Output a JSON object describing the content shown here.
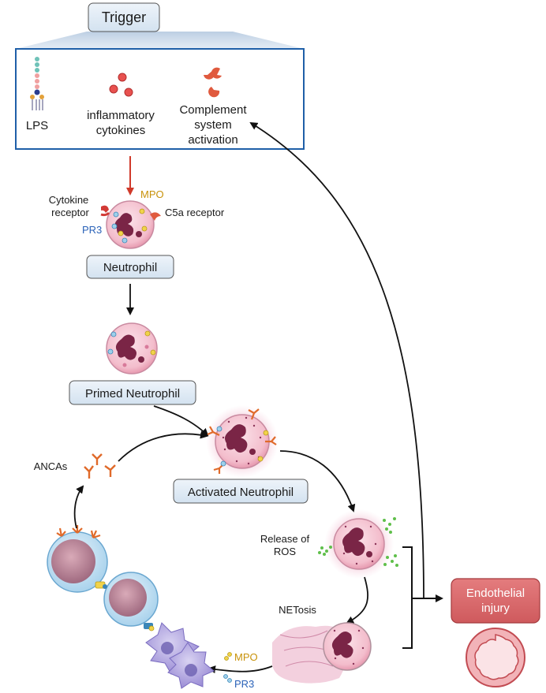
{
  "trigger": {
    "title": "Trigger",
    "items": [
      "LPS",
      "inflammatory",
      "cytokines",
      "Complement",
      "system",
      "activation"
    ]
  },
  "neutrophil": {
    "box_label": "Neutrophil",
    "labels": {
      "cytokine_receptor_line1": "Cytokine",
      "cytokine_receptor_line2": "receptor",
      "mpo": "MPO",
      "c5a_receptor": "C5a receptor",
      "pr3": "PR3"
    }
  },
  "primed_neutrophil": {
    "box_label": "Primed Neutrophil"
  },
  "activated_neutrophil": {
    "box_label": "Activated Neutrophil"
  },
  "ancas": {
    "label": "ANCAs"
  },
  "ros": {
    "line1": "Release of",
    "line2": "ROS"
  },
  "netosis": {
    "label": "NETosis"
  },
  "antigens": {
    "mpo": "MPO",
    "pr3": "PR3"
  },
  "endothelial": {
    "line1": "Endothelial",
    "line2": "injury"
  },
  "colors": {
    "trigger_box_border": "#1f5fa8",
    "label_box_fill": "#dde8f3",
    "red_arrow": "#d03a2a",
    "mpo_text": "#c8920a",
    "pr3_text": "#2a62b8",
    "endothelial_fill": "#d9686a",
    "cell_pink": "#f4c9d6",
    "nucleus": "#7a2546"
  }
}
